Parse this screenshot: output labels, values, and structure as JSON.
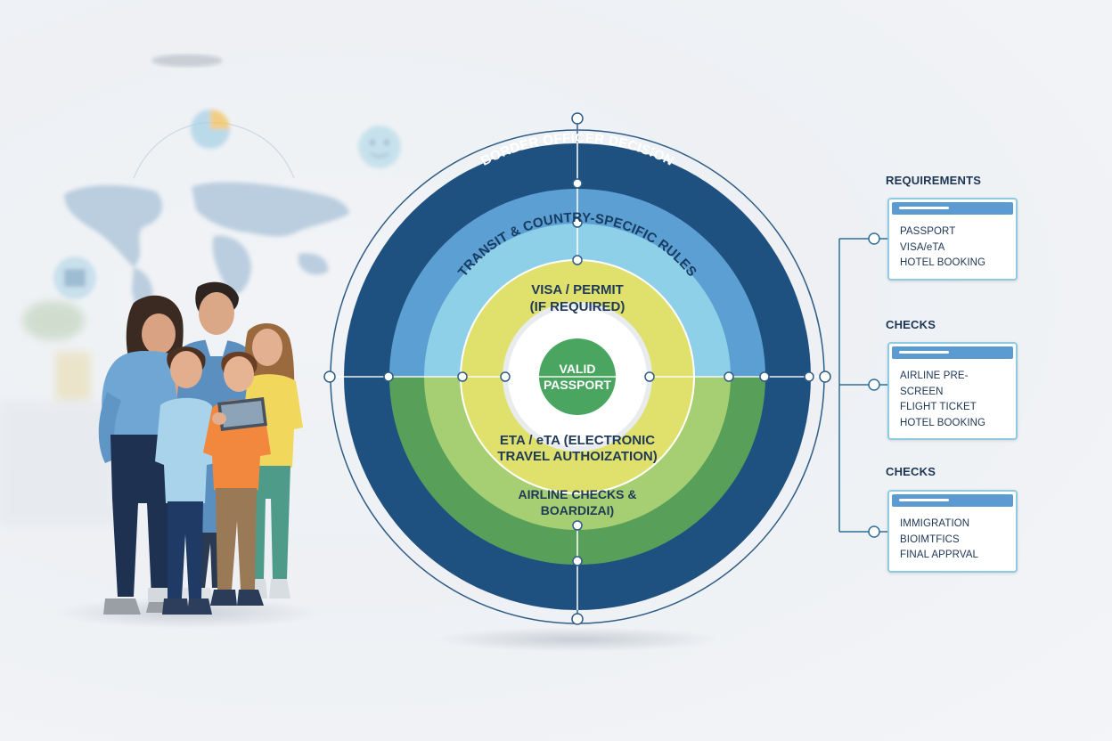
{
  "diagram": {
    "rings": [
      {
        "id": "outer",
        "label": "BORDER OFFICER DECISION",
        "color_top": "#1f5180",
        "color_bottom": "#1f5180"
      },
      {
        "id": "transit",
        "label": "TRANSIT & COUNTRY-SPECIFIC RULES",
        "color_top": "#5b9fd3",
        "color_bottom": "#58a05a"
      },
      {
        "id": "visa",
        "label_lines": [
          "VISA / PERMIT",
          "(IF REQUIRED)"
        ],
        "color_top": "#8ed0e8",
        "color_bottom": "#a5cf72"
      },
      {
        "id": "eta",
        "label_lines": [
          "ETA / eTA (ELECTRONIC",
          "TRAVEL AUTHOIZATION)"
        ],
        "color_top": "#e0e06c",
        "color_bottom": "#dddd6a"
      },
      {
        "id": "airline",
        "label_lines": [
          "AIRLINE CHECKS &",
          "BOARDIZAI)"
        ]
      }
    ],
    "core": {
      "label_lines": [
        "VALID",
        "PASSPORT"
      ],
      "color": "#4aa561"
    }
  },
  "sections": [
    {
      "title": "REQUIREMENTS",
      "items": [
        "PASSPORT",
        "VISA/eTA",
        "HOTEL BOOKING"
      ]
    },
    {
      "title": "CHECKS",
      "items": [
        "AIRLINE PRE-SCREEN",
        "FLIGHT TICKET",
        "HOTEL BOOKING"
      ]
    },
    {
      "title": "CHECKS",
      "items": [
        "IMMIGRATION",
        "BIOIMTFICS",
        "FINAL APPRVAL"
      ]
    }
  ]
}
